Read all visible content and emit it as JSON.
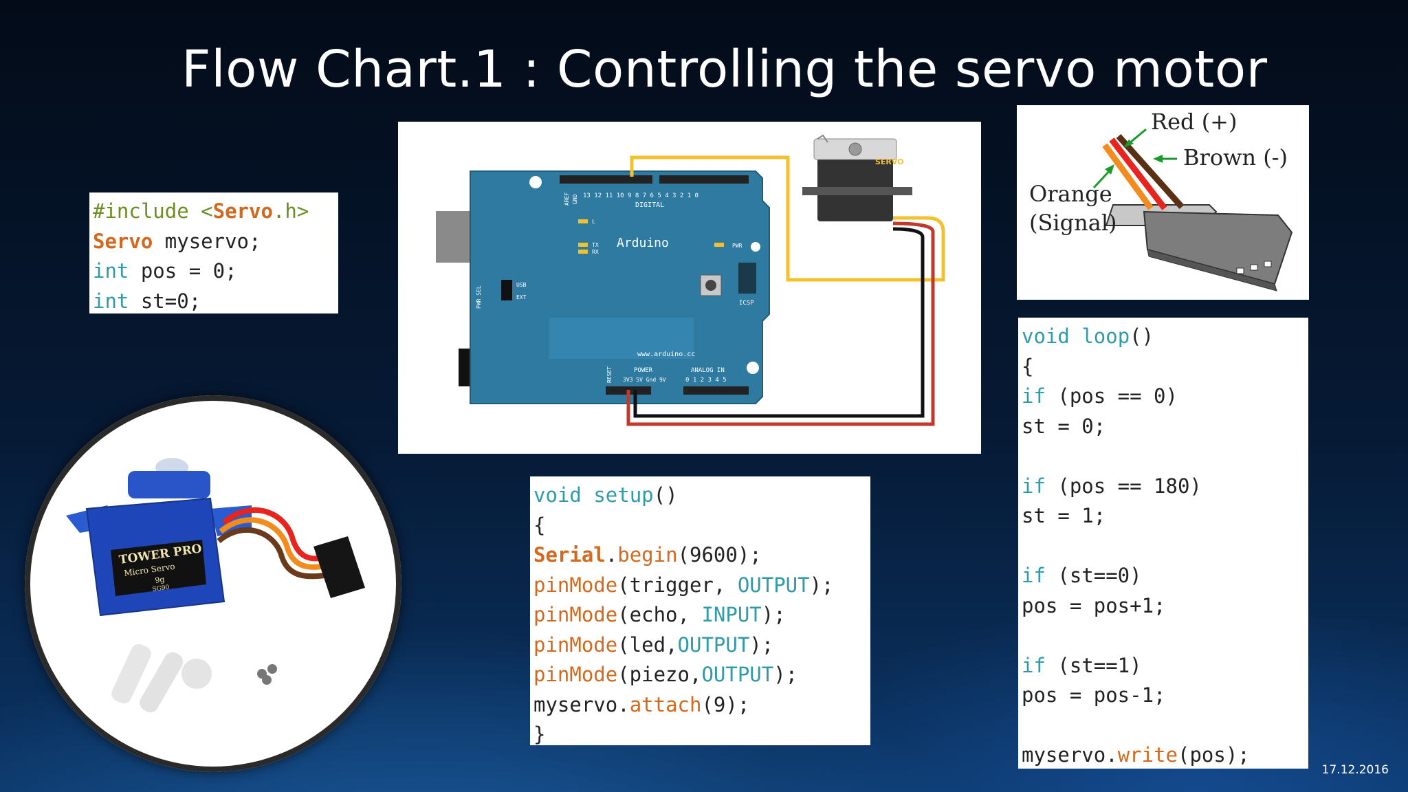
{
  "slide": {
    "title": "Flow Chart.1 : Controlling the servo motor",
    "date": "17.12.2016"
  },
  "includes_code": {
    "l1_directive": "#include ",
    "l1_lt": "<",
    "l1_lib": "Servo",
    "l1_rest": ".h>",
    "l2_type": "Servo",
    "l2_rest": " myservo;",
    "l3_kw": "int",
    "l3_rest": " pos = 0;",
    "l4_kw": "int",
    "l4_rest": " st=0;"
  },
  "setup_code": {
    "l1_kw": "void",
    "l1_sp": " ",
    "l1_fn": "setup",
    "l1_rest": "()",
    "l2": "{",
    "l3_obj": "Serial",
    "l3_dot": ".",
    "l3_fn": "begin",
    "l3_rest": "(9600);",
    "l4_fn": "pinMode",
    "l4_mid": "(trigger, ",
    "l4_cn": "OUTPUT",
    "l4_end": ");",
    "l5_fn": "pinMode",
    "l5_mid": "(echo, ",
    "l5_cn": "INPUT",
    "l5_end": ");",
    "l6_fn": "pinMode",
    "l6_mid": "(led,",
    "l6_cn": "OUTPUT",
    "l6_end": ");",
    "l7_fn": "pinMode",
    "l7_mid": "(piezo,",
    "l7_cn": "OUTPUT",
    "l7_end": ");",
    "l8_obj": "myservo.",
    "l8_fn": "attach",
    "l8_rest": "(9);",
    "l9": "}"
  },
  "loop_code": {
    "l1_kw": "void",
    "l1_sp": " ",
    "l1_fn": "loop",
    "l1_rest": "()",
    "l2": "{",
    "l3_kw": "if",
    "l3_rest": " (pos == 0)",
    "l4": "st = 0;",
    "l6_kw": "if",
    "l6_rest": " (pos == 180)",
    "l7": "st = 1;",
    "l9_kw": "if",
    "l9_rest": " (st==0)",
    "l10": "pos = pos+1;",
    "l12_kw": "if",
    "l12_rest": " (st==1)",
    "l13": "pos = pos-1;",
    "l15_obj": "myservo.",
    "l15_fn": "write",
    "l15_rest": "(pos);"
  },
  "wiring_diagram": {
    "board_name": "Arduino",
    "url_text": "www.arduino.cc",
    "servo_label": "SERVO",
    "digital_label": "DIGITAL",
    "power_label": "POWER",
    "analog_label": "ANALOG IN",
    "icsp_label": "ICSP",
    "pwr_label": "PWR",
    "usb_label": "USB",
    "ext_label": "EXT",
    "pwr_sel_label": "PWR SEL",
    "reset_label": "RESET",
    "aref_label": "AREF",
    "gnd_label": "GND",
    "tx_label": "TX",
    "rx_label": "RX",
    "l_label": "L",
    "digital_pins": "13 12 11 10 9 8   7 6 5 4 3 2 1 0",
    "power_pins": "3V3 5V Gnd 9V",
    "analog_pins": "0 1 2 3 4 5"
  },
  "wire_legend": {
    "red": "Red (+)",
    "brown": "Brown (-)",
    "orange_line1": "Orange",
    "orange_line2": "(Signal)"
  },
  "servo_photo": {
    "brand": "TOWER PRO",
    "model": "Micro Servo",
    "weight": "9g",
    "part": "SG90"
  },
  "colors": {
    "keyword": "#2f9aa8",
    "function": "#d2691e",
    "board": "#2f7aa0",
    "signal_wire": "#f2c12e",
    "power_wire": "#c0392b",
    "ground_wire": "#111111"
  }
}
